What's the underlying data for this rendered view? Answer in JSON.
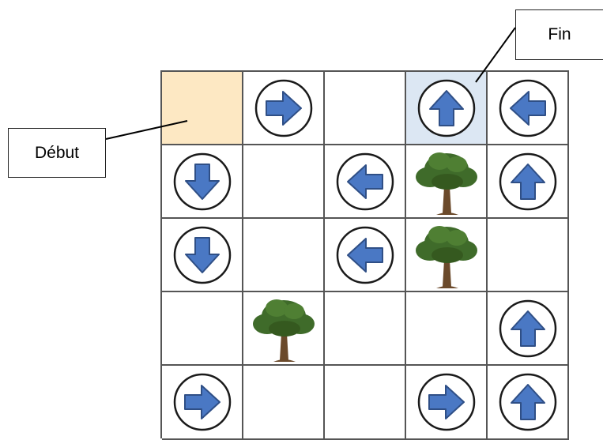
{
  "labels": {
    "start": "Début",
    "end": "Fin"
  },
  "colors": {
    "start_cell": "#fde8c3",
    "end_cell": "#dce7f3",
    "arrow_fill": "#4a78c4",
    "arrow_stroke": "#2f4f86",
    "tree_foliage": "#3f6b2a",
    "tree_trunk": "#6b4a2b"
  },
  "grid": {
    "rows": [
      [
        {
          "type": "start"
        },
        {
          "type": "arrow",
          "dir": "right"
        },
        {
          "type": "empty"
        },
        {
          "type": "end",
          "arrow": "up"
        },
        {
          "type": "arrow",
          "dir": "left"
        }
      ],
      [
        {
          "type": "arrow",
          "dir": "down"
        },
        {
          "type": "empty"
        },
        {
          "type": "arrow",
          "dir": "left"
        },
        {
          "type": "tree"
        },
        {
          "type": "arrow",
          "dir": "up"
        }
      ],
      [
        {
          "type": "arrow",
          "dir": "down"
        },
        {
          "type": "empty"
        },
        {
          "type": "arrow",
          "dir": "left"
        },
        {
          "type": "tree"
        },
        {
          "type": "empty"
        }
      ],
      [
        {
          "type": "empty"
        },
        {
          "type": "tree"
        },
        {
          "type": "empty"
        },
        {
          "type": "empty"
        },
        {
          "type": "arrow",
          "dir": "up"
        }
      ],
      [
        {
          "type": "arrow",
          "dir": "right"
        },
        {
          "type": "empty"
        },
        {
          "type": "empty"
        },
        {
          "type": "arrow",
          "dir": "right"
        },
        {
          "type": "arrow",
          "dir": "up"
        }
      ]
    ]
  }
}
